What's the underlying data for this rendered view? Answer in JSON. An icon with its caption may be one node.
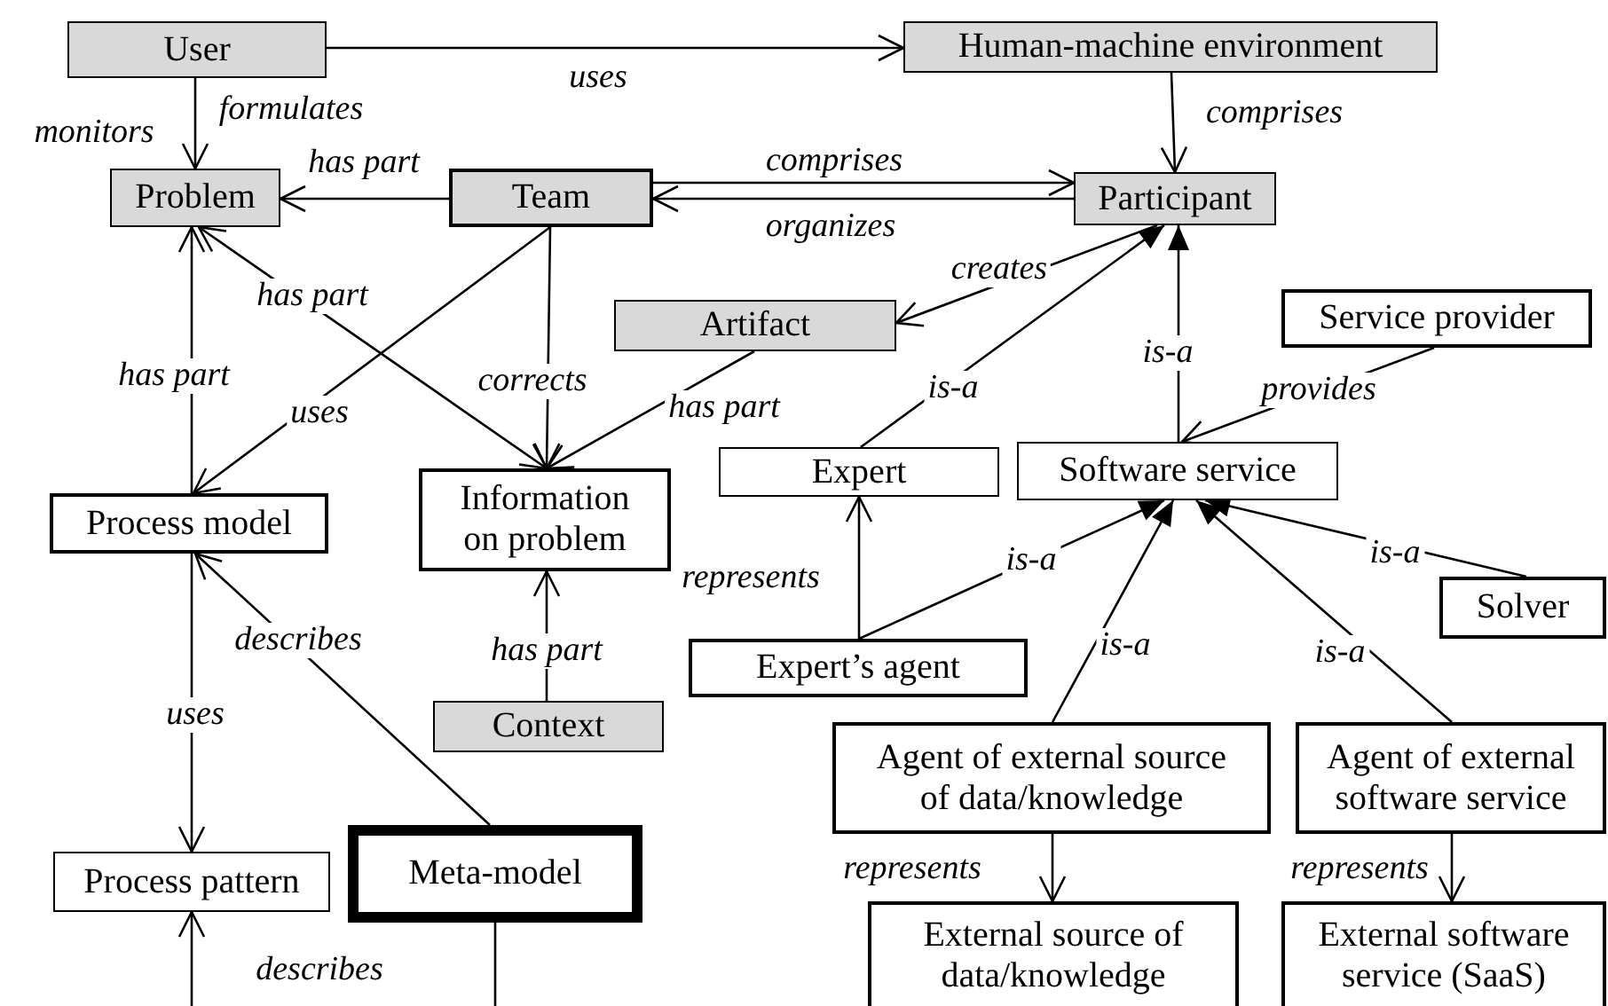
{
  "diagram": {
    "nodes": [
      {
        "text": [
          "User"
        ]
      },
      {
        "text": [
          "Human-machine environment"
        ]
      },
      {
        "text": [
          "Problem"
        ]
      },
      {
        "text": [
          "Team"
        ]
      },
      {
        "text": [
          "Participant"
        ]
      },
      {
        "text": [
          "Artifact"
        ]
      },
      {
        "text": [
          "Service provider"
        ]
      },
      {
        "text": [
          "Expert"
        ]
      },
      {
        "text": [
          "Software service"
        ]
      },
      {
        "text": [
          "Process model"
        ]
      },
      {
        "text": [
          "Information on problem"
        ]
      },
      {
        "text": [
          "Expert’s agent"
        ]
      },
      {
        "text": [
          "Solver"
        ]
      },
      {
        "text": [
          "Context"
        ]
      },
      {
        "text": [
          "Agent of external source of data/knowledge"
        ]
      },
      {
        "text": [
          "Agent of external software service"
        ]
      },
      {
        "text": [
          "Process pattern"
        ]
      },
      {
        "text": [
          "Meta-model"
        ]
      },
      {
        "text": [
          "External source of data/knowledge"
        ]
      },
      {
        "text": [
          "External software service (SaaS)"
        ]
      }
    ],
    "edges": [
      {
        "from": 0,
        "to": 1,
        "arrow": "to",
        "label": "uses"
      },
      {
        "from": 0,
        "to": 2,
        "arrow": "to",
        "label": "formulates"
      },
      {
        "from": 3,
        "to": 2,
        "arrow": "to",
        "label": "has part"
      },
      {
        "from": 3,
        "to": 4,
        "arrow": "to",
        "label": "comprises"
      },
      {
        "from": 4,
        "to": 3,
        "arrow": "to",
        "label": "organizes"
      },
      {
        "from": 1,
        "to": 4,
        "arrow": "to",
        "label": "comprises"
      },
      {
        "from": 4,
        "to": 5,
        "arrow": "to",
        "label": "creates"
      },
      {
        "from": 7,
        "to": 4,
        "arrow": "to",
        "label": "is-a"
      },
      {
        "from": 8,
        "to": 4,
        "arrow": "to",
        "label": "is-a"
      },
      {
        "from": 6,
        "to": 8,
        "arrow": "to",
        "label": "provides"
      },
      {
        "from": 3,
        "to": 9,
        "arrow": "to",
        "label": "uses"
      },
      {
        "from": 3,
        "to": 10,
        "arrow": "to",
        "label": "corrects"
      },
      {
        "from": 10,
        "to": 2,
        "arrow": "both",
        "label": "has part"
      },
      {
        "from": 5,
        "to": 10,
        "arrow": "to",
        "label": "has part"
      },
      {
        "from": 9,
        "to": 2,
        "arrow": "to",
        "label": "has part"
      },
      {
        "from": 13,
        "to": 10,
        "arrow": "to",
        "label": "has part"
      },
      {
        "from": 9,
        "to": 16,
        "arrow": "to",
        "label": "uses"
      },
      {
        "from": 17,
        "to": 9,
        "arrow": "to",
        "label": "describes"
      },
      {
        "from": null,
        "to": 16,
        "arrow": "to",
        "label": "describes"
      },
      {
        "from": 17,
        "to": null,
        "arrow": "none"
      },
      {
        "from": 11,
        "to": 7,
        "arrow": "to",
        "label": "represents"
      },
      {
        "from": 11,
        "to": 8,
        "arrow": "to",
        "label": "is-a"
      },
      {
        "from": 14,
        "to": 8,
        "arrow": "to",
        "label": "is-a"
      },
      {
        "from": 15,
        "to": 8,
        "arrow": "to",
        "label": "is-a"
      },
      {
        "from": 12,
        "to": 8,
        "arrow": "to",
        "label": "is-a"
      },
      {
        "from": 14,
        "to": 18,
        "arrow": "to",
        "label": "represents"
      },
      {
        "from": 15,
        "to": 19,
        "arrow": "to",
        "label": "represents"
      }
    ],
    "labels": [
      "monitors"
    ]
  }
}
